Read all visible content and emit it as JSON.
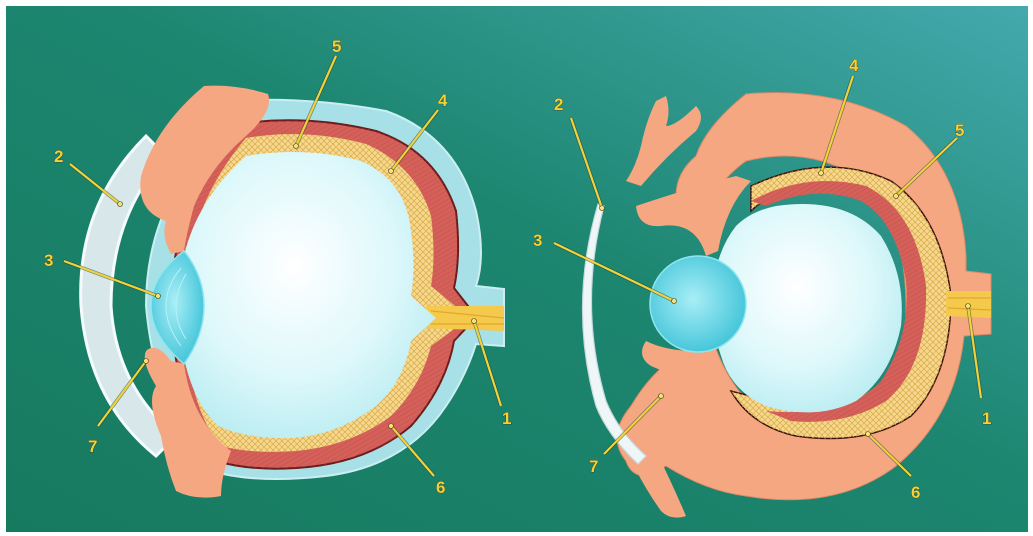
{
  "colors": {
    "background_dark": "#17705e",
    "background_light": "#3aa6a6",
    "sclera": "#a9e2e8",
    "vitreous": "#d9f8fb",
    "lens": "#5fd0e0",
    "iris_ciliary": "#f6a982",
    "retina": "#f3d78a",
    "choroid": "#d6645b",
    "label": "#f2d23a"
  },
  "left_diagram": {
    "labels": [
      "1",
      "2",
      "3",
      "4",
      "5",
      "6",
      "7"
    ]
  },
  "right_diagram": {
    "labels": [
      "1",
      "2",
      "3",
      "4",
      "5",
      "6",
      "7"
    ]
  }
}
